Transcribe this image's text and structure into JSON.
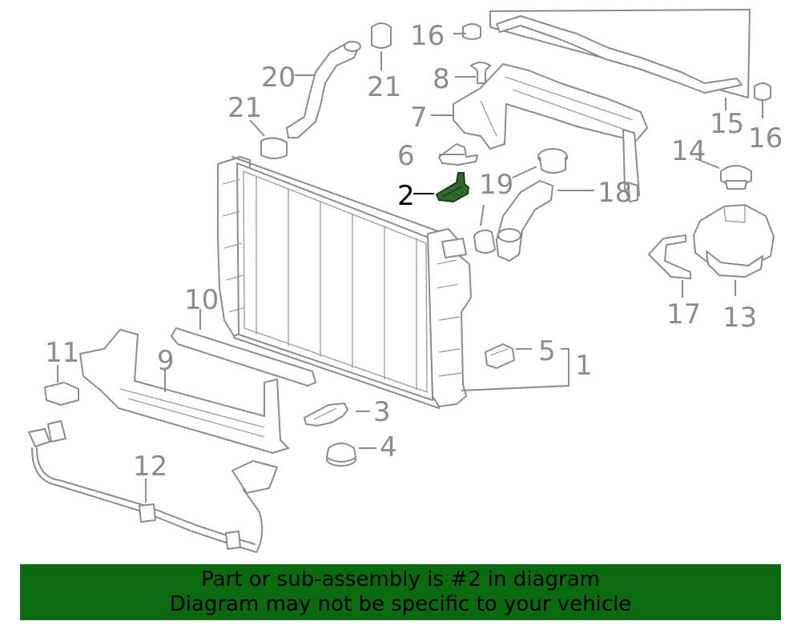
{
  "callouts": {
    "c1": "1",
    "c2": "2",
    "c3": "3",
    "c4": "4",
    "c5": "5",
    "c6": "6",
    "c7": "7",
    "c8": "8",
    "c9": "9",
    "c10": "10",
    "c11": "11",
    "c12": "12",
    "c13": "13",
    "c14": "14",
    "c15": "15",
    "c16a": "16",
    "c16b": "16",
    "c17": "17",
    "c18": "18",
    "c19": "19",
    "c20": "20",
    "c21a": "21",
    "c21b": "21"
  },
  "highlight_part": "2",
  "colors": {
    "line": "#8c8c8c",
    "highlight_part": "#2f6b2f",
    "banner_background": "#0b6a10",
    "banner_text": "#000000"
  },
  "banner": {
    "line1": "Part or sub-assembly is #2 in diagram",
    "line2": "Diagram may not be specific to your vehicle"
  }
}
